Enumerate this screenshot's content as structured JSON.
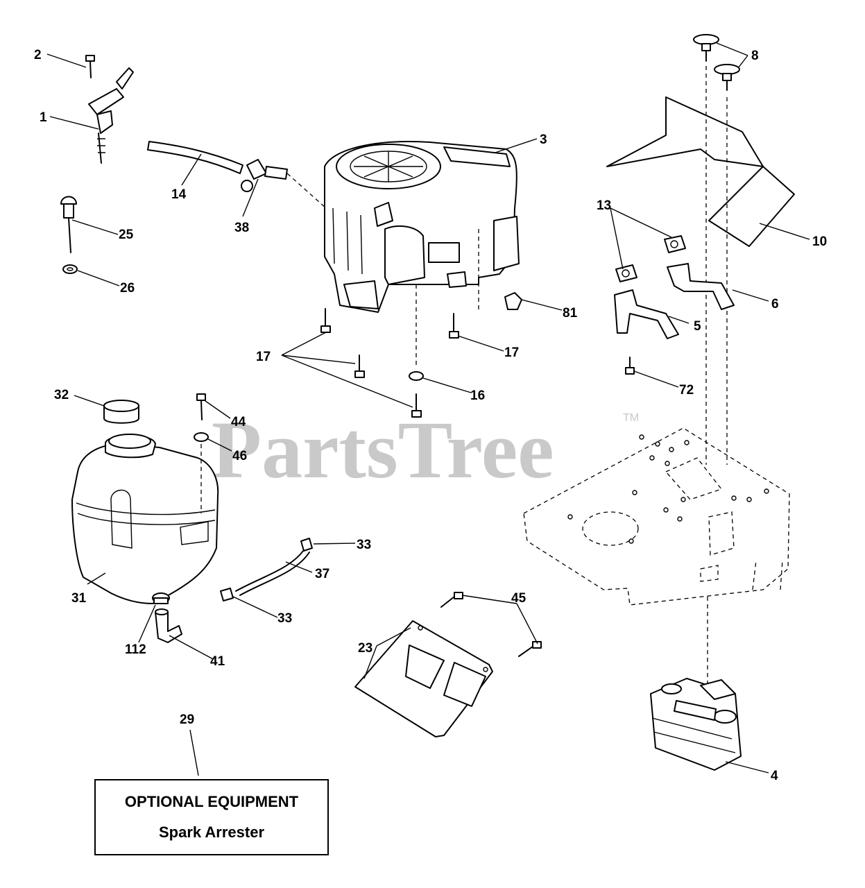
{
  "watermark": {
    "text": "PartsTree",
    "trademark": "TM"
  },
  "callouts": [
    "1",
    "2",
    "3",
    "4",
    "5",
    "6",
    "8",
    "10",
    "13",
    "14",
    "16",
    "17",
    "17",
    "23",
    "25",
    "26",
    "29",
    "31",
    "32",
    "33",
    "33",
    "37",
    "38",
    "41",
    "44",
    "45",
    "46",
    "72",
    "81",
    "112"
  ],
  "optional_box": {
    "title": "OPTIONAL EQUIPMENT",
    "subtitle": "Spark Arrester"
  }
}
